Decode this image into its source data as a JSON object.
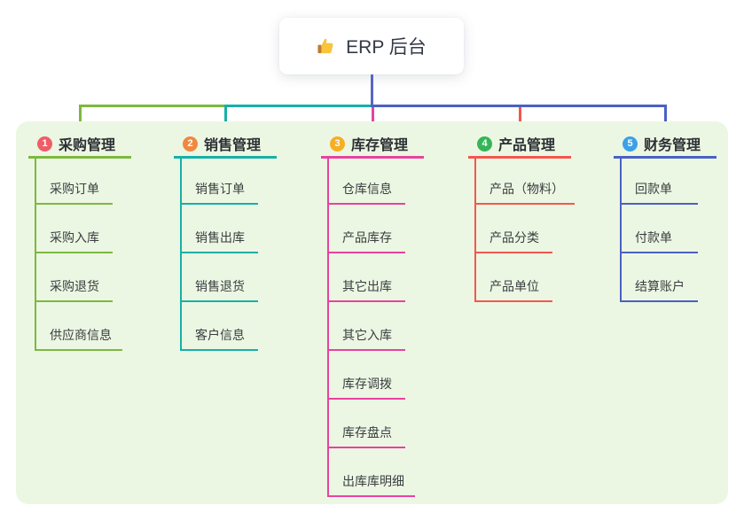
{
  "root": {
    "label": "ERP 后台",
    "icon": "thumbs-up-icon"
  },
  "colors": {
    "root_line": "#5a64c7",
    "panel_bg": "#ecf7e3",
    "card_bg": "#ffffff",
    "title_text": "#2c2f33",
    "child_text": "#3a3d40"
  },
  "branches": [
    {
      "index": "1",
      "label": "采购管理",
      "badge_color": "#ee5e67",
      "line_color": "#7cb93f",
      "children": [
        "采购订单",
        "采购入库",
        "采购退货",
        "供应商信息"
      ]
    },
    {
      "index": "2",
      "label": "销售管理",
      "badge_color": "#f0883f",
      "line_color": "#16b1a6",
      "children": [
        "销售订单",
        "销售出库",
        "销售退货",
        "客户信息"
      ]
    },
    {
      "index": "3",
      "label": "库存管理",
      "badge_color": "#f6ae24",
      "line_color": "#e8429f",
      "children": [
        "仓库信息",
        "产品库存",
        "其它出库",
        "其它入库",
        "库存调拨",
        "库存盘点",
        "出库库明细"
      ]
    },
    {
      "index": "4",
      "label": "产品管理",
      "badge_color": "#36b558",
      "line_color": "#f4564e",
      "children": [
        "产品（物料）",
        "产品分类",
        "产品单位"
      ]
    },
    {
      "index": "5",
      "label": "财务管理",
      "badge_color": "#3ba1e8",
      "line_color": "#4a61c4",
      "children": [
        "回款单",
        "付款单",
        "结算账户"
      ]
    }
  ]
}
